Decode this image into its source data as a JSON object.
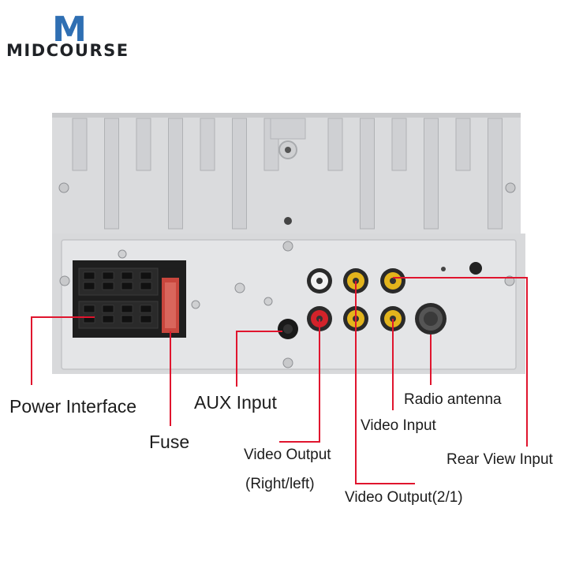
{
  "brand": {
    "name": "MIDCOURSE",
    "logo_letter": "M",
    "logo_color": "#2f6fb3"
  },
  "diagram": {
    "colors": {
      "leader_line": "#e0152e",
      "panel": "#dfe0e2",
      "panel_shadow": "#b9bbbe",
      "connector": "#1e1e1e",
      "fuse": "#c8463d",
      "jack_red": "#d2232a",
      "jack_yellow": "#e3b41c",
      "jack_white": "#f2f2f2"
    },
    "labels": {
      "power_interface": "Power Interface",
      "fuse": "Fuse",
      "aux_input": "AUX Input",
      "video_output_rl_line1": "Video Output",
      "video_output_rl_line2": "(Right/left)",
      "video_output_21": "Video Output(2/1)",
      "video_input": "Video Input",
      "radio_antenna": "Radio antenna",
      "rear_view_input": "Rear View Input"
    }
  }
}
